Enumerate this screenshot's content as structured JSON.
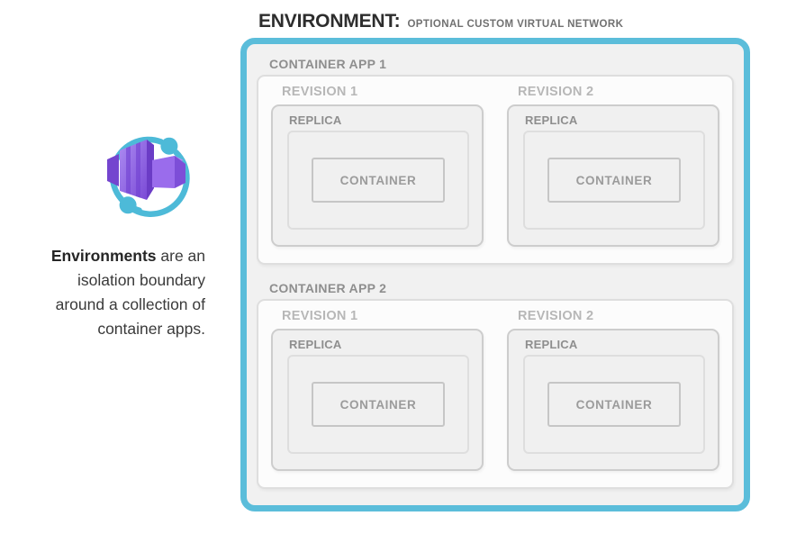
{
  "title": {
    "main": "ENVIRONMENT:",
    "qualifier": "OPTIONAL CUSTOM VIRTUAL NETWORK"
  },
  "caption": {
    "lead_bold": "Environments",
    "line1_rest": " are an",
    "line2": "isolation boundary",
    "line3": "around a collection of",
    "line4": "container apps."
  },
  "icon": {
    "name": "azure-container-apps-icon"
  },
  "environment": {
    "apps": [
      {
        "label": "CONTAINER APP 1",
        "revisions": [
          {
            "label": "REVISION 1",
            "replica": {
              "label": "REPLICA",
              "container": {
                "label": "CONTAINER"
              }
            }
          },
          {
            "label": "REVISION 2",
            "replica": {
              "label": "REPLICA",
              "container": {
                "label": "CONTAINER"
              }
            }
          }
        ]
      },
      {
        "label": "CONTAINER APP 2",
        "revisions": [
          {
            "label": "REVISION 1",
            "replica": {
              "label": "REPLICA",
              "container": {
                "label": "CONTAINER"
              }
            }
          },
          {
            "label": "REVISION 2",
            "replica": {
              "label": "REPLICA",
              "container": {
                "label": "CONTAINER"
              }
            }
          }
        ]
      }
    ]
  },
  "colors": {
    "environment_border": "#5BBDDA",
    "environment_fill": "#F1F1F1",
    "panel_fill": "#FCFCFC",
    "panel_border": "#DEDEDE",
    "replica_fill": "#F0F0F0",
    "replica_border": "#CDCDCD",
    "pod_border": "#DEDEDE",
    "container_border": "#C6C6C6",
    "label_gray": "#8E8E8E",
    "label_light_gray": "#B7B7B7",
    "container_label_gray": "#9B9B9B",
    "title_color": "#2D2D2D",
    "subtitle_color": "#707070",
    "caption_color": "#3A3A3A",
    "icon_teal": "#4DBAD8",
    "icon_purple": "#8A5BE0",
    "icon_purple_dark": "#7445CF",
    "icon_purple_light": "#A98BEF"
  }
}
